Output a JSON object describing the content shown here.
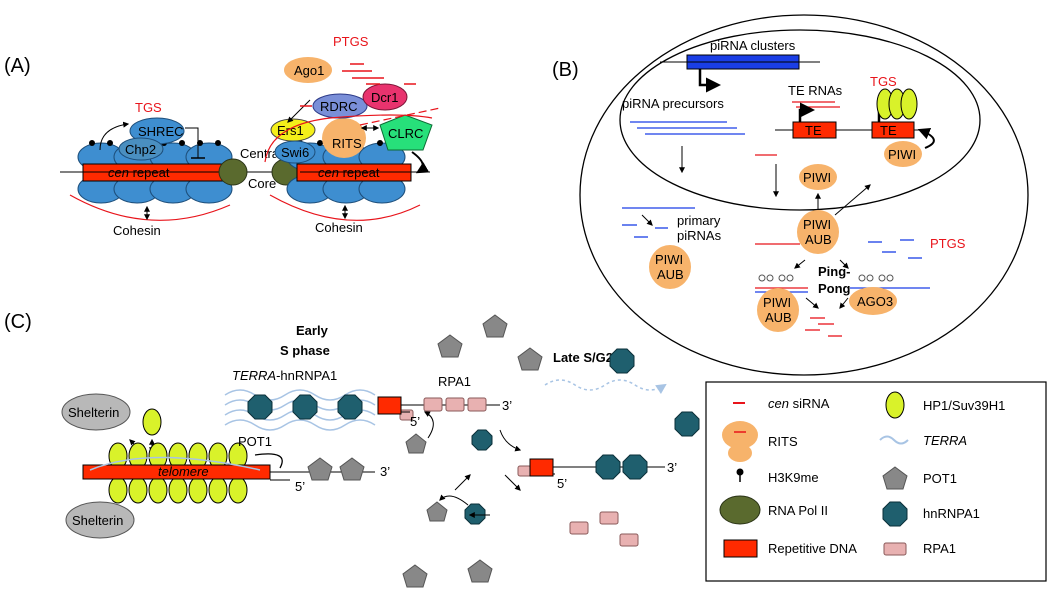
{
  "panels": {
    "a": "(A)",
    "b": "(B)",
    "c": "(C)"
  },
  "panel_a": {
    "tgs": "TGS",
    "ptgs": "PTGS",
    "shrec": "SHREC",
    "chp2": "Chp2",
    "central": "Central",
    "core": "Core",
    "cen_repeat_1": "cen",
    "cen_repeat_1b": " repeat",
    "cen_repeat_2": "cen",
    "cen_repeat_2b": " repeat",
    "cohesin_1": "Cohesin",
    "cohesin_2": "Cohesin",
    "ago1": "Ago1",
    "rdrc": "RDRC",
    "dcr1": "Dcr1",
    "ers1": "Ers1",
    "swi6": "Swi6",
    "rits": "RITS",
    "clrc": "CLRC"
  },
  "panel_b": {
    "pirna_clusters": "piRNA clusters",
    "pirna_precursors": "piRNA precursors",
    "te_rnas": "TE RNAs",
    "tgs": "TGS",
    "te1": "TE",
    "te2": "TE",
    "piwi_nucleus": "PIWI",
    "piwi_mid": "PIWI",
    "primary_1": "primary",
    "primary_2": "piRNAs",
    "piwi_aub_left_1": "PIWI",
    "piwi_aub_left_2": "AUB",
    "piwi_aub_center_1": "PIWI",
    "piwi_aub_center_2": "AUB",
    "ptgs": "PTGS",
    "ping": "Ping-",
    "pong": "Pong",
    "piwi_aub_bottom_1": "PIWI",
    "piwi_aub_bottom_2": "AUB",
    "ago3": "AGO3"
  },
  "panel_c": {
    "early_1": "Early",
    "early_2": "S phase",
    "late": "Late S/G2",
    "terra_1": "TERRA",
    "terra_2": "-hnRNPA1",
    "rpa1": "RPA1",
    "three_prime_1": "3’",
    "five_prime_1": "5’",
    "shelterin_top": "Shelterin",
    "shelterin_bottom": "Shelterin",
    "pot1": "POT1",
    "telomere": "telomere",
    "three_prime_2": "3’",
    "five_prime_2": "5’",
    "three_prime_3": "3’",
    "five_prime_3": "5’"
  },
  "legend": {
    "cen_sirna_1": "cen",
    "cen_sirna_2": " siRNA",
    "rits": "RITS",
    "h3k9me": "H3K9me",
    "rna_pol": "RNA Pol II",
    "repetitive": "Repetitive DNA",
    "hp1": "HP1/Suv39H1",
    "terra": "TERRA",
    "pot1": "POT1",
    "hnrnpa1": "hnRNPA1",
    "rpa1": "RPA1"
  },
  "colors": {
    "red_text": "#e8141b",
    "repeat": "#ff2a00",
    "nucleosome": "#3e8ed0",
    "chp2": "#4a8fc0",
    "pol2": "#5a6a2e",
    "rdrc": "#7a8fd8",
    "dcr1": "#e8336e",
    "ers1": "#f4ef1a",
    "clrc": "#27e07a",
    "orange": "#f7b36b",
    "hp1": "#d9f22a",
    "hnrnpa1": "#1f5f6e",
    "pot1": "#888888",
    "rpa1": "#e8b1b1",
    "shelterin": "#b8b8b8",
    "blue_line": "#1a3ee6",
    "terra": "#a8c4e4"
  }
}
